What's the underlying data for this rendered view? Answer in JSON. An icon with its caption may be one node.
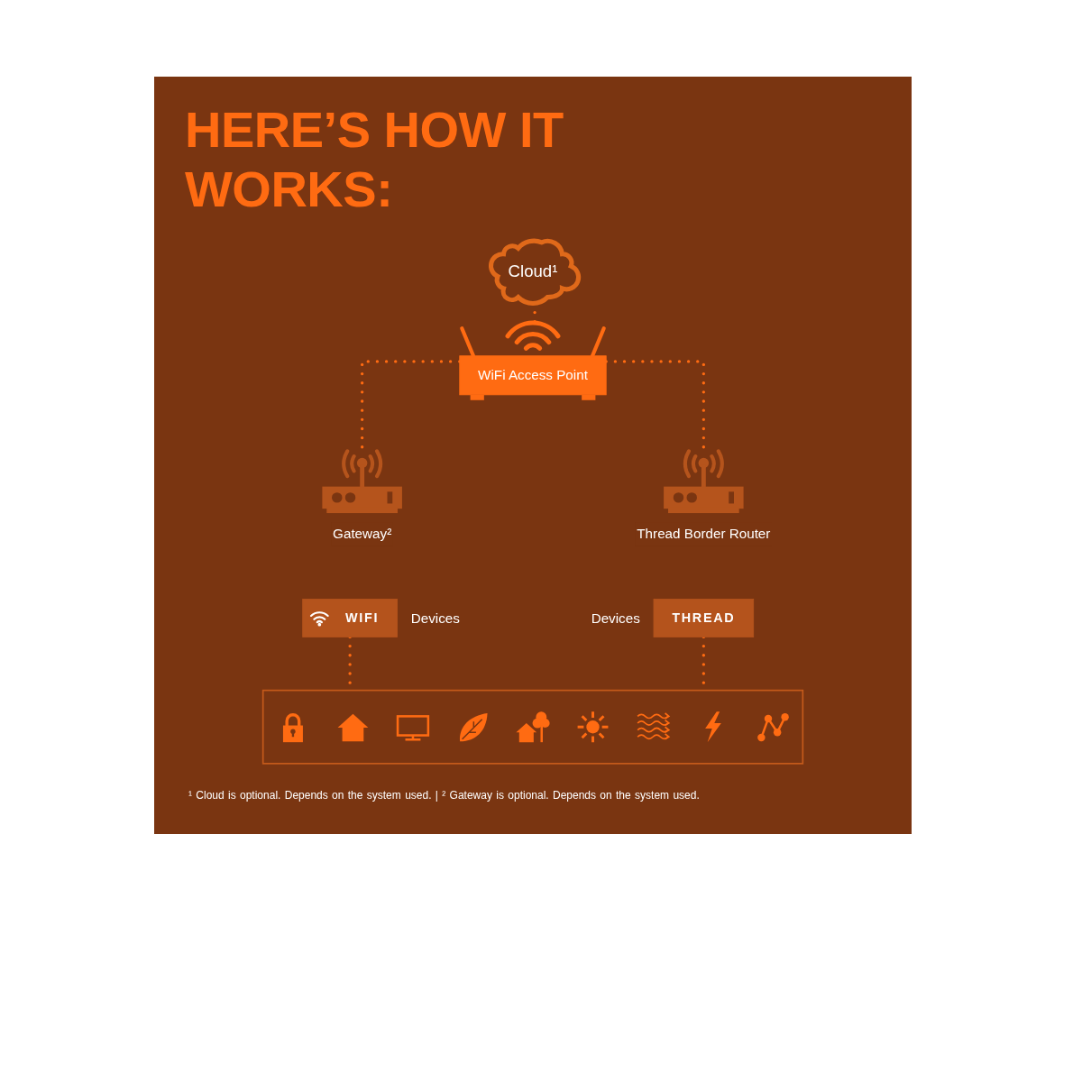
{
  "diagram": {
    "title": "HERE’S HOW IT WORKS:",
    "nodes": [
      {
        "text": [
          "Cloud¹"
        ]
      },
      {
        "text": [
          "WiFi Access Point"
        ]
      },
      {
        "text": [
          "Gateway²"
        ]
      },
      {
        "text": [
          "Thread Border Router"
        ]
      },
      {
        "text": [
          "WIFI"
        ],
        "beside": [
          "Devices"
        ]
      },
      {
        "text": [
          "THREAD"
        ],
        "beside": [
          "Devices"
        ]
      },
      {
        "text": [],
        "shape": "box"
      }
    ],
    "edges": [
      {
        "from": 0,
        "to": 1,
        "arrow": "none",
        "style": "dashed"
      },
      {
        "from": 1,
        "to": 2,
        "arrow": "none",
        "style": "dashed"
      },
      {
        "from": 1,
        "to": 3,
        "arrow": "none",
        "style": "dashed"
      },
      {
        "from": 4,
        "to": 6,
        "arrow": "none",
        "style": "dashed"
      },
      {
        "from": 5,
        "to": 6,
        "arrow": "none",
        "style": "dashed"
      }
    ],
    "caption": "¹ Cloud is optional. Depends on the system used. | ² Gateway is optional. Depends on the system used."
  }
}
